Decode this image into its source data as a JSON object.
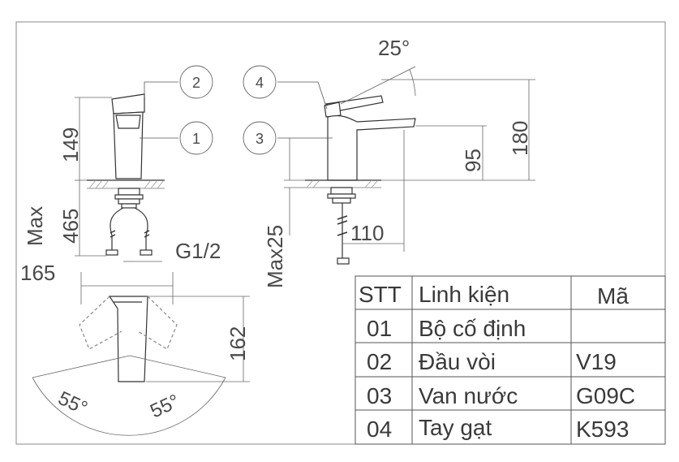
{
  "dimensions": {
    "angle_handle": "25°",
    "height_body": "149",
    "max_label": "Max",
    "pipe_length": "465",
    "thread": "G1/2",
    "depth_total": "165",
    "spout_height": "95",
    "total_height": "180",
    "max_deck": "Max25",
    "spout_reach": "110",
    "plan_depth": "162",
    "swing_left": "55°",
    "swing_right": "55°"
  },
  "callouts": [
    "1",
    "2",
    "3",
    "4"
  ],
  "parts_table": {
    "headers": [
      "STT",
      "Linh kiện",
      "Mã"
    ],
    "rows": [
      [
        "01",
        "Bộ cố định",
        ""
      ],
      [
        "02",
        "Đầu vòi",
        "V19"
      ],
      [
        "03",
        "Van nước",
        "G09C"
      ],
      [
        "04",
        "Tay gạt",
        "K593"
      ]
    ]
  }
}
